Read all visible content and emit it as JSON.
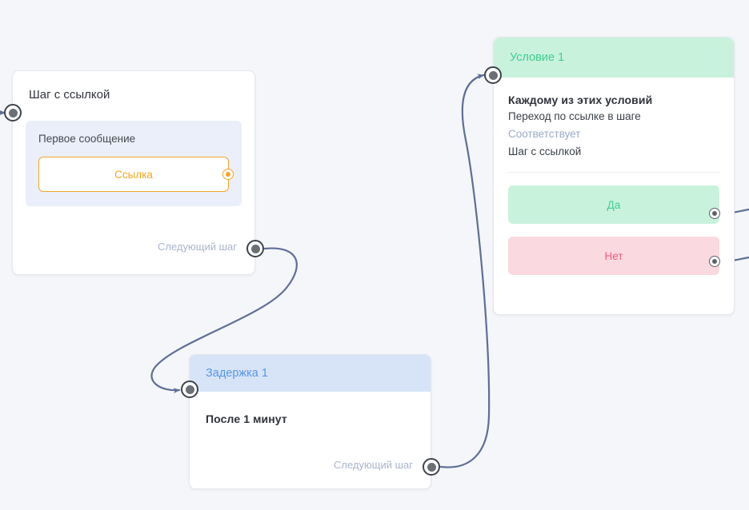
{
  "canvas": {
    "background": "#f4f6f9",
    "edge_color": "#5e6e98"
  },
  "nodes": {
    "step": {
      "title": "Шаг с ссылкой",
      "message_label": "Первое сообщение",
      "link_button_label": "Ссылка",
      "next_step_label": "Следующий шаг",
      "accent": "#f5a623"
    },
    "delay": {
      "header": "Задержка 1",
      "body": "После 1 минут",
      "next_step_label": "Следующий шаг",
      "accent": "#5596e6",
      "header_bg": "#d7e4f7"
    },
    "condition": {
      "header": "Условие 1",
      "heading": "Каждому из этих условий",
      "line1": "Переход по ссылке в шаге",
      "line2": "Соответствует",
      "line3": "Шаг с ссылкой",
      "yes_label": "Да",
      "no_label": "Нет",
      "accent": "#3ecf8e",
      "header_bg": "#c9f2dd",
      "no_accent": "#f0607e",
      "no_bg": "#fad9e0"
    }
  },
  "connectors": {
    "step_input": "step-input-port",
    "step_output": "step-next-port",
    "link_output": "link-output-port",
    "delay_input": "delay-input-port",
    "delay_output": "delay-next-port",
    "condition_input": "condition-input-port",
    "yes_output": "condition-yes-port",
    "no_output": "condition-no-port"
  }
}
